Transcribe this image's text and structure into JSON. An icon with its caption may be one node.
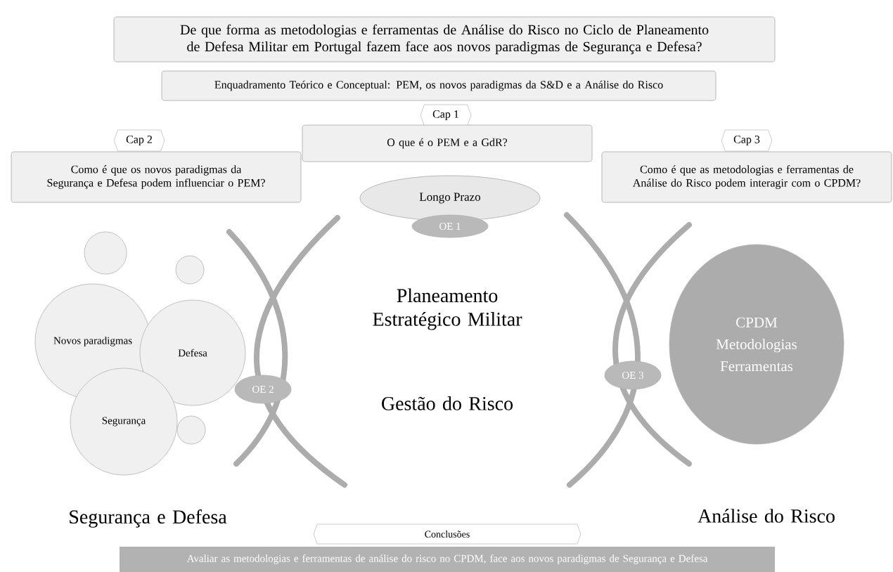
{
  "diagram": {
    "nodes": [
      {
        "text": [
          "De que forma as metodologias e ferramentas de Análise do Risco no Ciclo de Planeamento de Defesa Militar em Portugal fazem face aos novos paradigmas de Segurança e Defesa?"
        ]
      },
      {
        "text": [
          "Enquadramento Teórico e Conceptual: PEM, os novos paradigmas da S&D e a Análise do Risco"
        ]
      },
      {
        "text": [
          "Cap 1"
        ]
      },
      {
        "text": [
          "O que é o PEM e a GdR?"
        ]
      },
      {
        "text": [
          "Cap 2"
        ]
      },
      {
        "text": [
          "Como é que os novos paradigmas da Segurança e Defesa podem influenciar o PEM?"
        ]
      },
      {
        "text": [
          "Cap 3"
        ]
      },
      {
        "text": [
          "Como é que as metodologias e ferramentas de Análise do Risco podem interagir com o CPDM?"
        ]
      },
      {
        "text": [
          "Longo Prazo"
        ]
      },
      {
        "text": [
          "OE 1"
        ]
      },
      {
        "text": [],
        "shape": "circle"
      },
      {
        "text": [
          "Novos paradigmas"
        ]
      },
      {
        "text": [],
        "shape": "circle"
      },
      {
        "text": [
          "Defesa"
        ]
      },
      {
        "text": [
          "Segurança"
        ]
      },
      {
        "text": [],
        "shape": "circle"
      },
      {
        "text": [
          "OE 2"
        ]
      },
      {
        "text": [
          "OE 3"
        ]
      },
      {
        "text": [
          "CPDM",
          "Metodologias",
          "Ferramentas"
        ]
      },
      {
        "text": [
          "Conclusões"
        ]
      },
      {
        "text": [
          "Avaliar as metodologias e ferramentas de análise do risco no CPDM, face aos novos paradigmas de Segurança e Defesa"
        ]
      }
    ],
    "labels": [
      "Planeamento Estratégico Militar",
      "Gestão do Risco",
      "Segurança e Defesa",
      "Análise do Risco"
    ]
  }
}
